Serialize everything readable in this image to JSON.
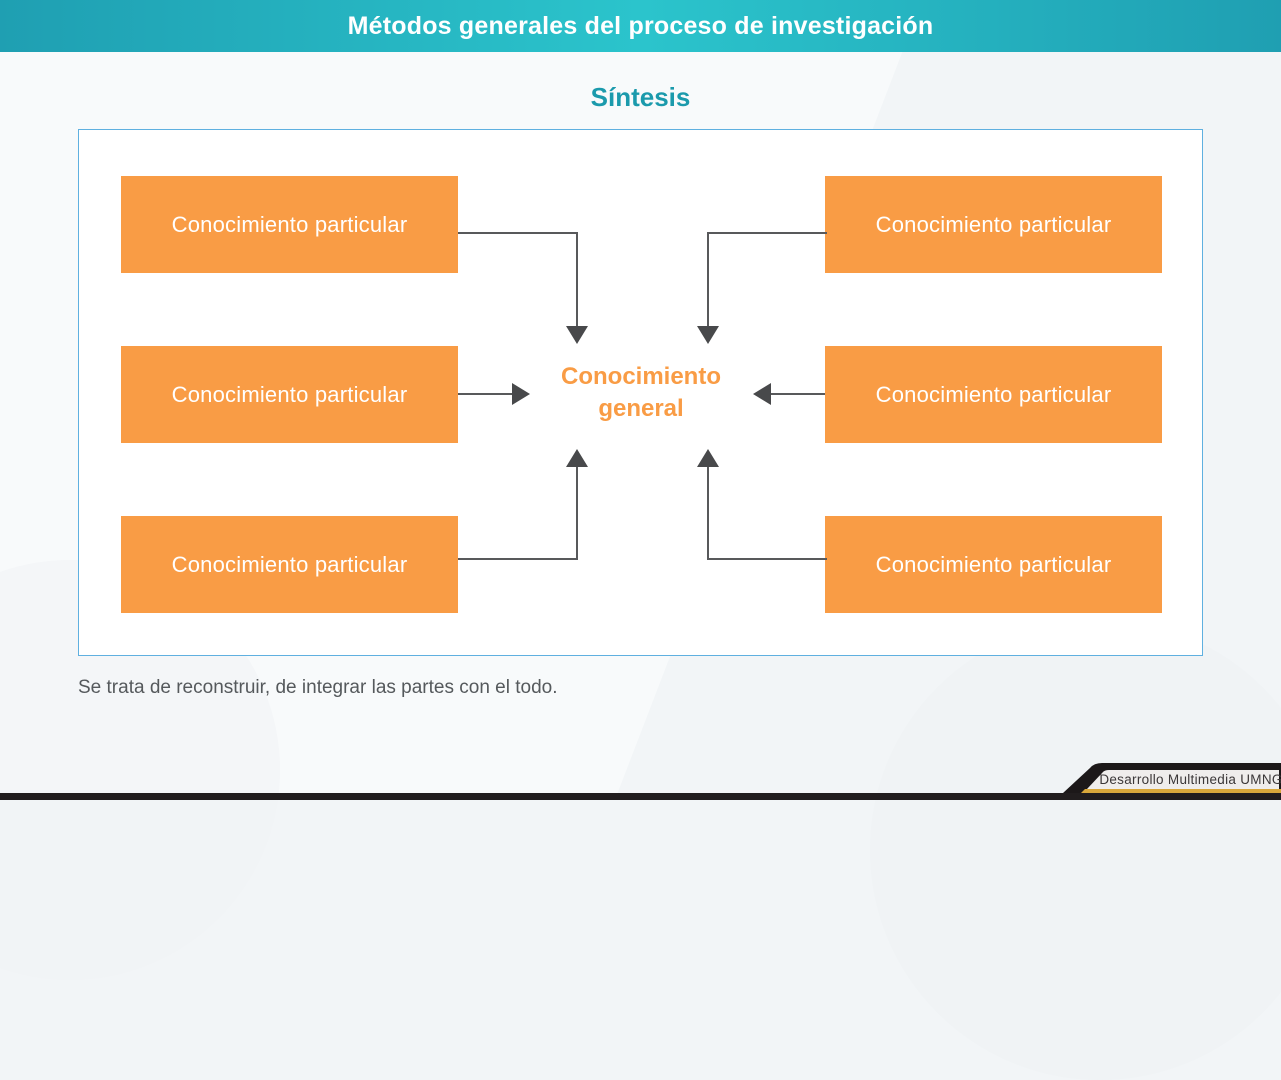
{
  "header": {
    "title": "Métodos generales del proceso de investigación"
  },
  "subtitle": "Síntesis",
  "diagram": {
    "boxes": [
      "Conocimiento particular",
      "Conocimiento particular",
      "Conocimiento particular",
      "Conocimiento particular",
      "Conocimiento particular",
      "Conocimiento particular"
    ],
    "center_label": "Conocimiento general",
    "box_color": "#F99C45",
    "arrow_color": "#48494B",
    "panel_border_color": "#5FB0E0"
  },
  "caption": "Se trata de reconstruir, de integrar las partes con el todo.",
  "footer": {
    "credit": "Desarrollo Multimedia UMNG",
    "accent_teal": "#1B9AAC",
    "gold_color": "#D8A73B",
    "bar_color": "#211D1E"
  }
}
